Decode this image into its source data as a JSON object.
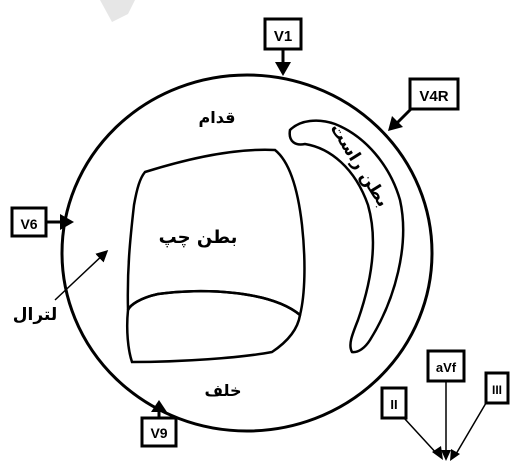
{
  "labels": {
    "anterior": "قدام",
    "posterior": "خلف",
    "lateral": "لترال",
    "left_ventricle": "بطن چپ",
    "right_ventricle": "بطن راست"
  },
  "leads": {
    "v1": "V1",
    "v4r": "V4R",
    "v6": "V6",
    "v9": "V9",
    "ii": "II",
    "avf": "aVf",
    "iii": "III"
  },
  "colors": {
    "ink": "#000000",
    "background": "#ffffff",
    "watermark": "#e6e6e6"
  }
}
